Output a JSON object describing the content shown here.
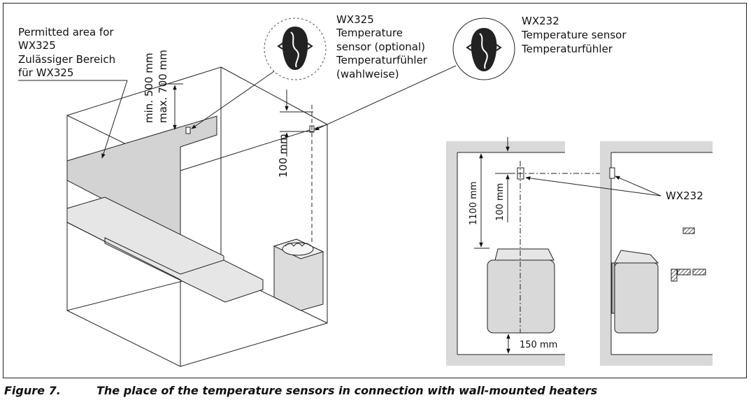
{
  "labels": {
    "permitted_area": [
      "Permitted area for",
      "WX325",
      "Zulässiger Bereich",
      "für WX325"
    ],
    "wx325": [
      "WX325",
      "Temperature",
      "sensor (optional)",
      "Temperaturfühler",
      "(wahlweise)"
    ],
    "wx232": [
      "WX232",
      "Temperature sensor",
      "Temperaturfühler"
    ],
    "wx232_right": "WX232",
    "dim_min": "min. 500 mm",
    "dim_max": "max. 700 mm",
    "dim_100_left": "100 mm",
    "dim_1100": "1100 mm",
    "dim_100_right": "100 mm",
    "dim_150": "150 mm"
  },
  "caption": {
    "number": "Figure 7.",
    "text": "The place of the temperature sensors in connection with wall-mounted heaters"
  }
}
